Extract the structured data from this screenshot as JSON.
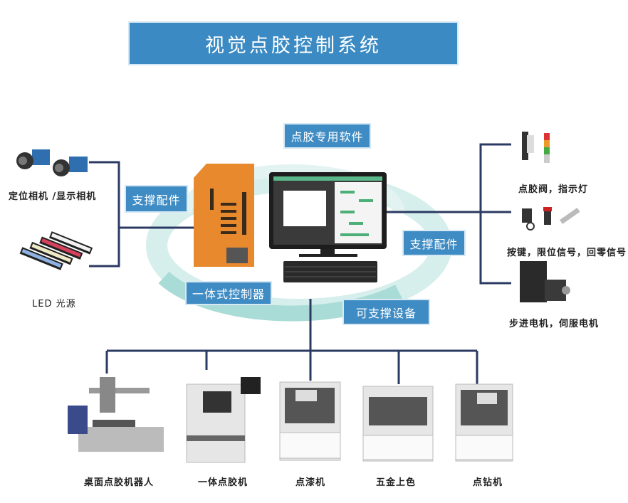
{
  "title": "视觉点胶控制系统",
  "tags": {
    "software": "点胶专用软件",
    "accessories_left": "支撑配件",
    "controller": "一体式控制器",
    "accessories_right": "支撑配件",
    "equipment": "可支撑设备"
  },
  "left_items": [
    {
      "label": "定位相机 /显示相机",
      "icon": "camera-icon"
    },
    {
      "label": "LED 光源",
      "icon": "led-light-icon"
    }
  ],
  "right_items": [
    {
      "label": "点胶阀，指示灯",
      "icon": "valve-icon"
    },
    {
      "label": "按键，限位信号，回零信号",
      "icon": "switch-icon"
    },
    {
      "label": "步进电机，伺服电机",
      "icon": "motor-icon"
    }
  ],
  "machines": [
    {
      "label": "桌面点胶机器人"
    },
    {
      "label": "一体点胶机"
    },
    {
      "label": "点漆机"
    },
    {
      "label": "五金上色"
    },
    {
      "label": "点钻机"
    }
  ],
  "colors": {
    "accent": "#3f8cc4",
    "line": "#2b3a63",
    "controller": "#e8892e",
    "swirl": "#bfe3df"
  }
}
